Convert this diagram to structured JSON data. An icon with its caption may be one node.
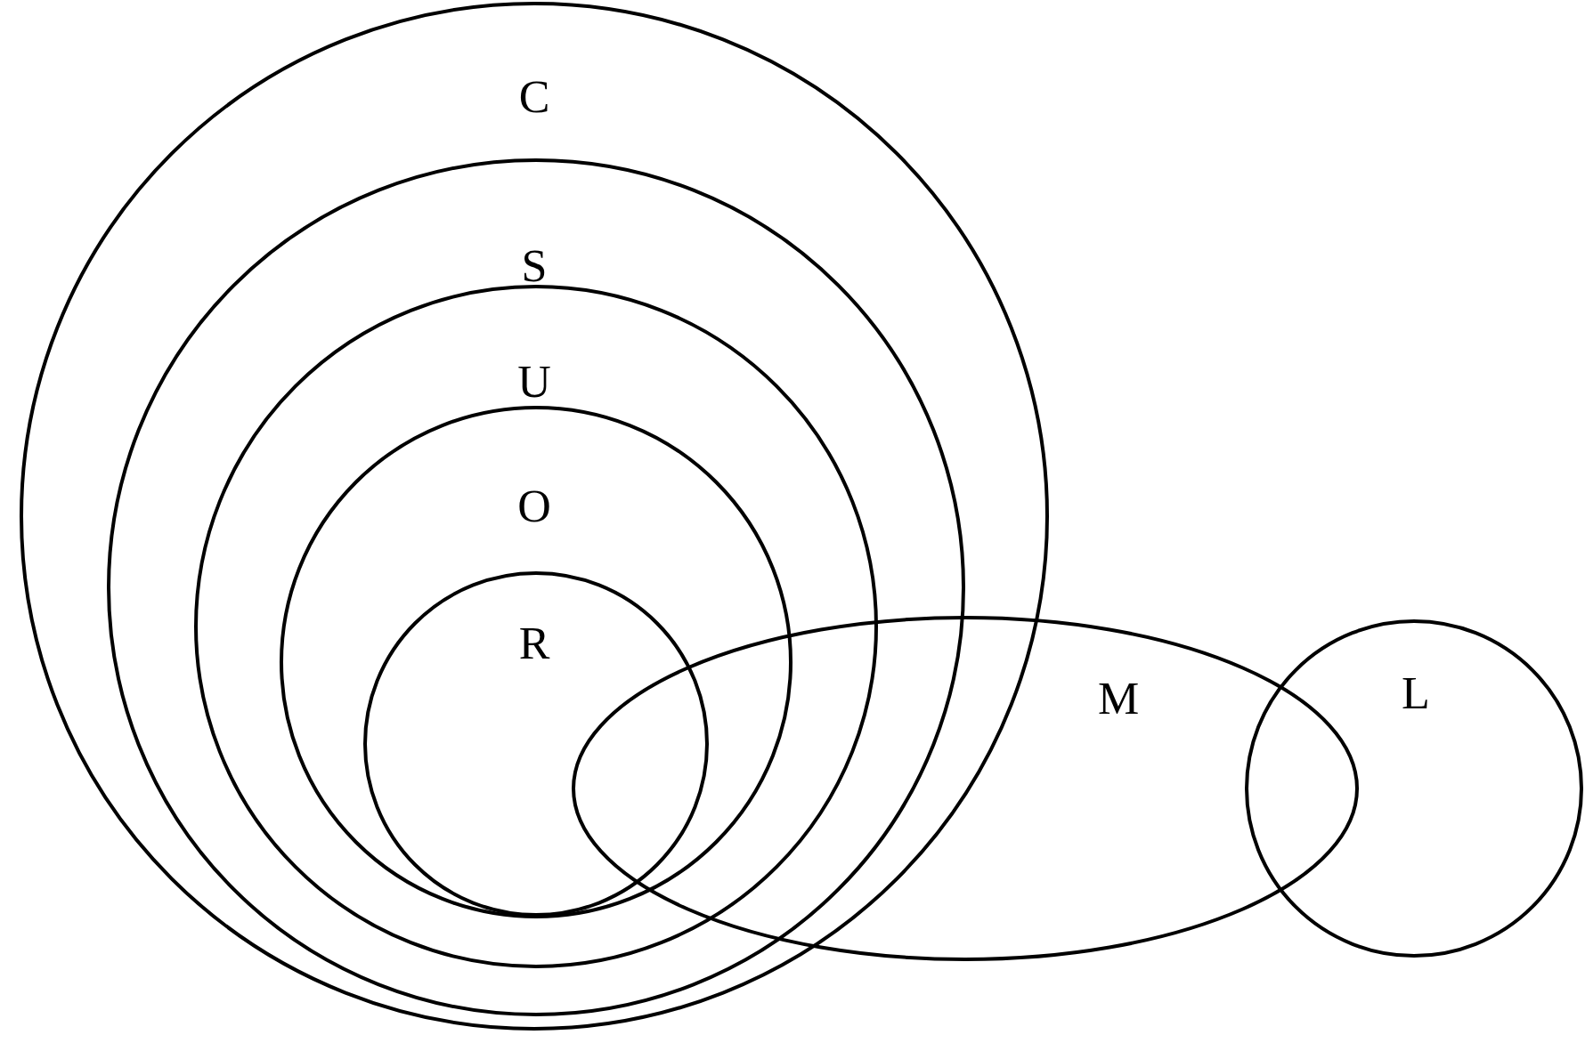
{
  "diagram": {
    "nodes": [
      {
        "text": [
          "C"
        ]
      },
      {
        "text": [
          "S"
        ],
        "in": 0
      },
      {
        "text": [
          "U"
        ],
        "in": 1
      },
      {
        "text": [
          "O"
        ],
        "in": 2
      },
      {
        "text": [
          "R"
        ],
        "in": 3
      },
      {
        "text": [
          "M"
        ]
      },
      {
        "text": [
          "L"
        ]
      }
    ]
  }
}
